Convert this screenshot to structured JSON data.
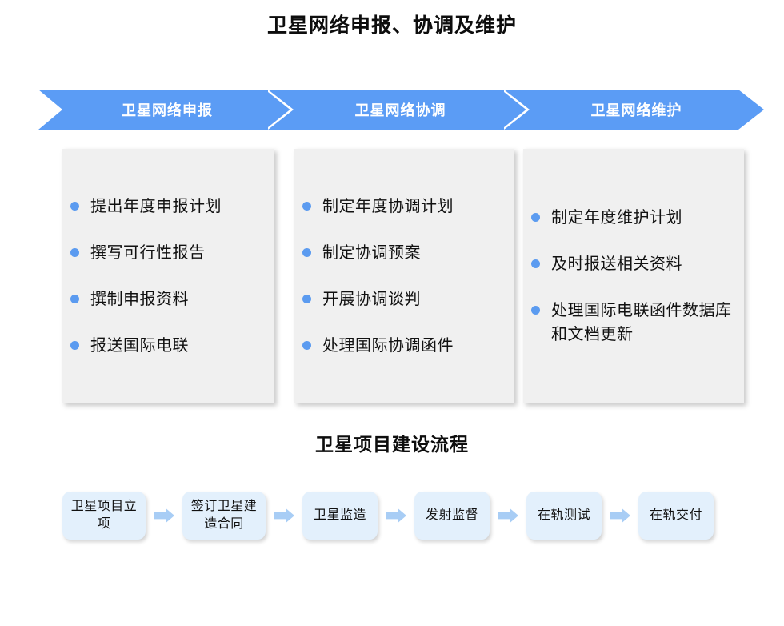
{
  "page": {
    "title": "卫星网络申报、协调及维护",
    "sub_title": "卫星项目建设流程"
  },
  "colors": {
    "banner_blue": "#5b9cf5",
    "bullet_blue": "#5b9bf0",
    "card_gray": "#f0f0f0",
    "step_blue": "#e3f0fc",
    "arrow_blue": "#a8cdf5",
    "text_dark": "#111111",
    "banner_text": "#ffffff"
  },
  "banner": {
    "segments": [
      {
        "label": "卫星网络申报"
      },
      {
        "label": "卫星网络协调"
      },
      {
        "label": "卫星网络维护"
      }
    ]
  },
  "cards": [
    {
      "name": "declaration",
      "items": [
        {
          "text": "提出年度申报计划"
        },
        {
          "text": "撰写可行性报告"
        },
        {
          "text": "撰制申报资料"
        },
        {
          "text": "报送国际电联"
        }
      ]
    },
    {
      "name": "coordination",
      "items": [
        {
          "text": "制定年度协调计划"
        },
        {
          "text": "制定协调预案"
        },
        {
          "text": "开展协调谈判"
        },
        {
          "text": "处理国际协调函件"
        }
      ]
    },
    {
      "name": "maintenance",
      "items": [
        {
          "text": "制定年度维护计划"
        },
        {
          "text": "及时报送相关资料"
        },
        {
          "text": "处理国际电联函件数据库和文档更新"
        }
      ]
    }
  ],
  "flow": {
    "steps": [
      {
        "label": "卫星项目立项"
      },
      {
        "label": "签订卫星建造合同"
      },
      {
        "label": "卫星监造"
      },
      {
        "label": "发射监督"
      },
      {
        "label": "在轨测试"
      },
      {
        "label": "在轨交付"
      }
    ],
    "arrow_icon": "arrow-right-icon"
  }
}
